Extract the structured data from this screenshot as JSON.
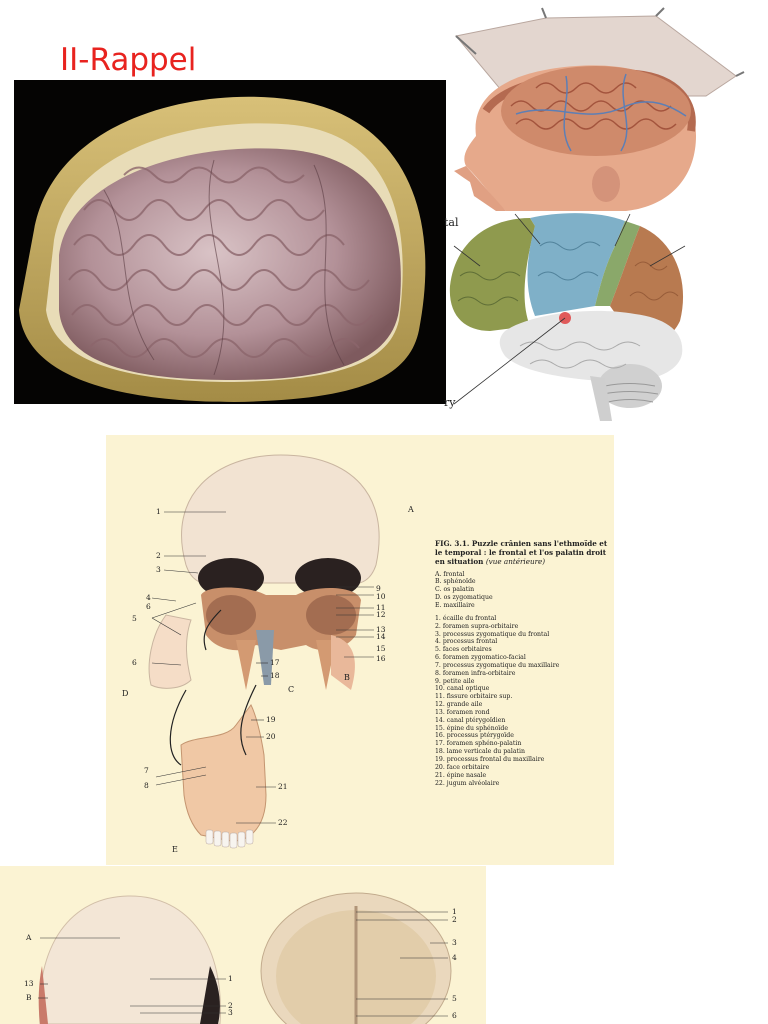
{
  "slide": {
    "title": "II-Rappel"
  },
  "lobes_figure": {
    "labels": [
      "tal",
      "ry"
    ]
  },
  "plate": {
    "figure_title": "FIG. 3.1. Puzzle crânien sans l'ethmoïde et le temporal : le frontal et l'os palatin droit en situation",
    "figure_subtitle": "(vue antérieure)",
    "view_letters": [
      "A",
      "B",
      "C",
      "D",
      "E"
    ],
    "bones": [
      "A. frontal",
      "B. sphénoïde",
      "C. os palatin",
      "D. os zygomatique",
      "E. maxillaire"
    ],
    "structures": [
      "1. écaille du frontal",
      "2. foramen supra-orbitaire",
      "3. processus zygomatique du frontal",
      "4. processus frontal",
      "5. faces orbitaires",
      "6. foramen zygomatico-facial",
      "7. processus zygomatique du maxillaire",
      "8. foramen infra-orbitaire",
      "9. petite aile",
      "10. canal optique",
      "11. fissure orbitaire sup.",
      "12. grande aile",
      "13. foramen rond",
      "14. canal ptérygoïdien",
      "15. épine du sphénoïde",
      "16. processus ptérygoïde",
      "17. foramen sphéno-palatin",
      "18. lame verticale du palatin",
      "19. processus frontal du maxillaire",
      "20. face orbitaire",
      "21. épine nasale",
      "22. jugum alvéolaire"
    ],
    "callouts": {
      "n1": "1",
      "n2": "2",
      "n3": "3",
      "n4": "4",
      "n5": "5",
      "n6a": "6",
      "n6b": "6",
      "n7": "7",
      "n8": "8",
      "n9": "9",
      "n10": "10",
      "n11": "11",
      "n12": "12",
      "n13": "13",
      "n14": "14",
      "n15": "15",
      "n16": "16",
      "n17": "17",
      "n18": "18",
      "n19": "19",
      "n20": "20",
      "n21": "21",
      "n22": "22"
    }
  },
  "plate2": {
    "left_labels": [
      "A",
      "13",
      "B",
      "1",
      "2",
      "3"
    ],
    "right_labels": [
      "1",
      "2",
      "3",
      "4",
      "5",
      "6"
    ]
  },
  "colors": {
    "title": "#e8231f",
    "plate_background": "#fbf3d3",
    "frontal_lobe": "#8f9a4e",
    "parietal_strip": "#7fb0c8",
    "temporal_lobe": "#e6e6e6",
    "occipital_parietal": "#b87a50",
    "bone": "#f2e3d2"
  }
}
